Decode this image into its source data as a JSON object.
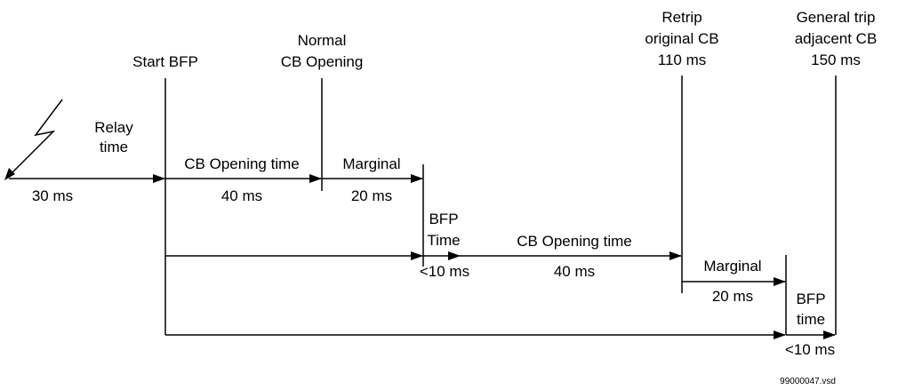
{
  "labels": {
    "start_bfp": "Start BFP",
    "normal_cb_opening_1": "Normal",
    "normal_cb_opening_2": "CB Opening",
    "retrip_1": "Retrip",
    "retrip_2": "original CB",
    "retrip_3": "110 ms",
    "general_trip_1": "General trip",
    "general_trip_2": "adjacent CB",
    "general_trip_3": "150 ms",
    "relay_time_1": "Relay",
    "relay_time_2": "time",
    "relay_30ms": "30 ms",
    "cb_opening_time_1": "CB Opening time",
    "cb_opening_40ms_1": "40 ms",
    "marginal_1": "Marginal",
    "marginal_20ms_1": "20 ms",
    "bfp_time_1a": "BFP",
    "bfp_time_1b": "Time",
    "bfp_10ms_1": "<10 ms",
    "cb_opening_time_2": "CB Opening time",
    "cb_opening_40ms_2": "40 ms",
    "marginal_2": "Marginal",
    "marginal_20ms_2": "20 ms",
    "bfp_time_2a": "BFP",
    "bfp_time_2b": "time",
    "bfp_10ms_2": "<10 ms",
    "file_name": "99000047.vsd"
  }
}
